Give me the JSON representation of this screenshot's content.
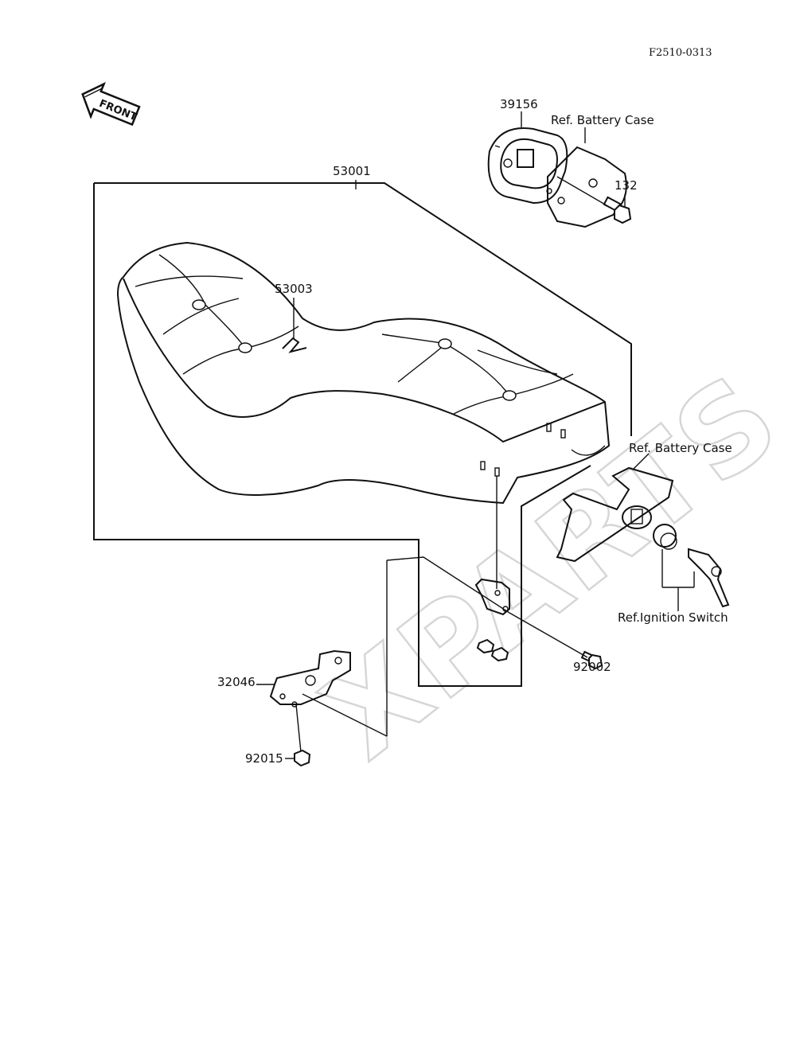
{
  "diagram_code": "F2510-0313",
  "direction_label": "FRONT",
  "watermark": "XPARTS",
  "parts": {
    "seat_assembly": "53001",
    "seat_emblem": "53003",
    "lock_cover": "39156",
    "bolt_cover": "132",
    "bracket_seat": "32046",
    "bolt_bracket": "92002",
    "nut": "92015"
  },
  "references": {
    "battery_case_top": "Ref. Battery Case",
    "battery_case_mid": "Ref. Battery Case",
    "ignition_switch": "Ref.Ignition Switch"
  }
}
